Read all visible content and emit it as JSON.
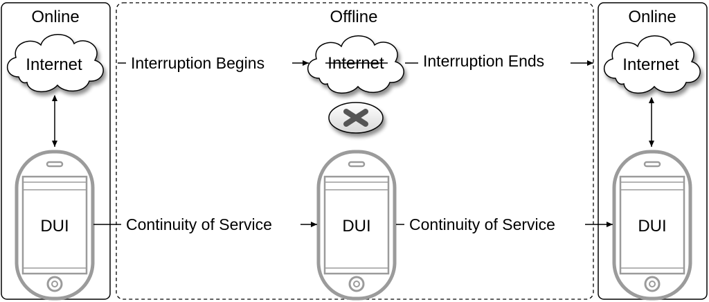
{
  "panels": {
    "left_state": "Online",
    "middle_state": "Offline",
    "right_state": "Online"
  },
  "clouds": {
    "left_label": "Internet",
    "middle_label": "Internet",
    "right_label": "Internet"
  },
  "devices": {
    "left_label": "DUI",
    "middle_label": "DUI",
    "right_label": "DUI"
  },
  "transitions": {
    "interruption_begins": "Interruption Begins",
    "interruption_ends": "Interruption Ends",
    "continuity_1": "Continuity of Service",
    "continuity_2": "Continuity of Service"
  }
}
